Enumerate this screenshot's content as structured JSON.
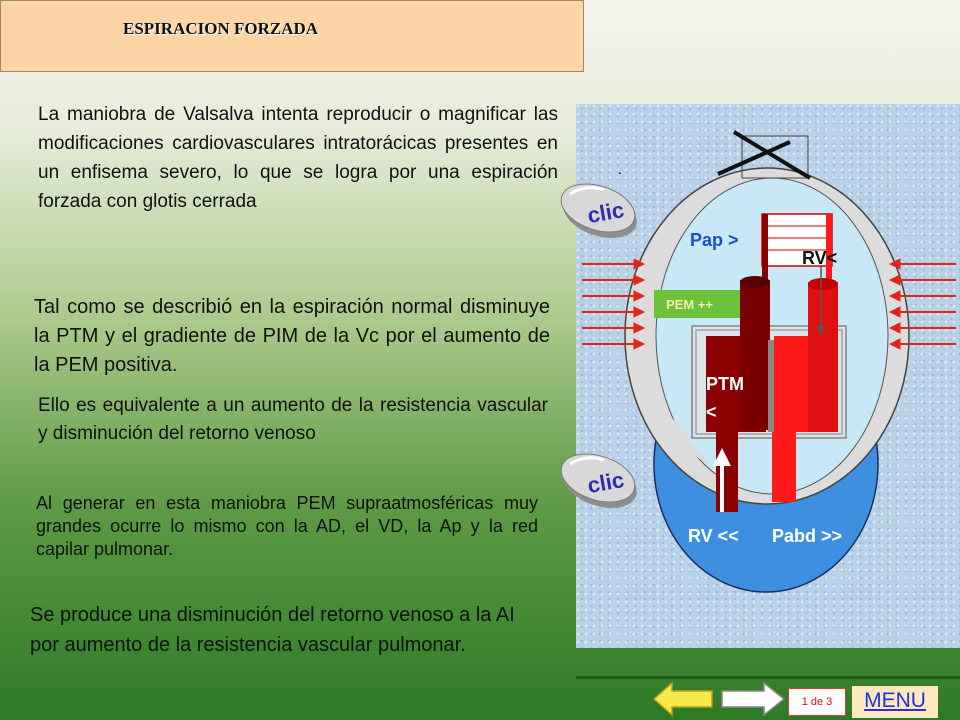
{
  "slide": {
    "title": "ESPIRACION  FORZADA",
    "paragraphs": {
      "p1": "La maniobra de Valsalva intenta reproducir o magnificar las modificaciones cardiovasculares intratorácicas presentes en un enfisema  severo, lo que se logra por una espiración forzada con glotis cerrada",
      "p2": "Tal como se describió en la espiración normal disminuye la PTM y el gradiente de PIM de la Vc por el aumento de la PEM positiva.",
      "p3": "Ello es equivalente a un aumento de la resistencia vascular y disminución del retorno venoso",
      "p4": "Al generar en esta maniobra PEM supraatmosféricas muy grandes ocurre lo mismo con la AD, el VD,  la Ap y la red capilar pulmonar.",
      "p5": "Se produce una disminución del retorno venoso a la AI por aumento de  la resistencia vascular pulmonar."
    }
  },
  "buttons": {
    "clic_label": "clic",
    "pager": "1 de 3",
    "menu": "MENU"
  },
  "diagram": {
    "pap": "Pap >",
    "rv_top": "RV<",
    "pem": "PEM ++",
    "ptm_line1": "PTM",
    "ptm_line2": "<",
    "rv_bottom": "RV <<",
    "pabd": "Pabd >>",
    "dot": "."
  },
  "colors": {
    "title_bg": "#fbd5a6",
    "dark_vessel": "#8b0000",
    "red_vessel": "#ff1a1a",
    "pem_green": "#6cc23a",
    "label_blue": "#1a4fcf",
    "arrow_red": "#e0261a"
  }
}
